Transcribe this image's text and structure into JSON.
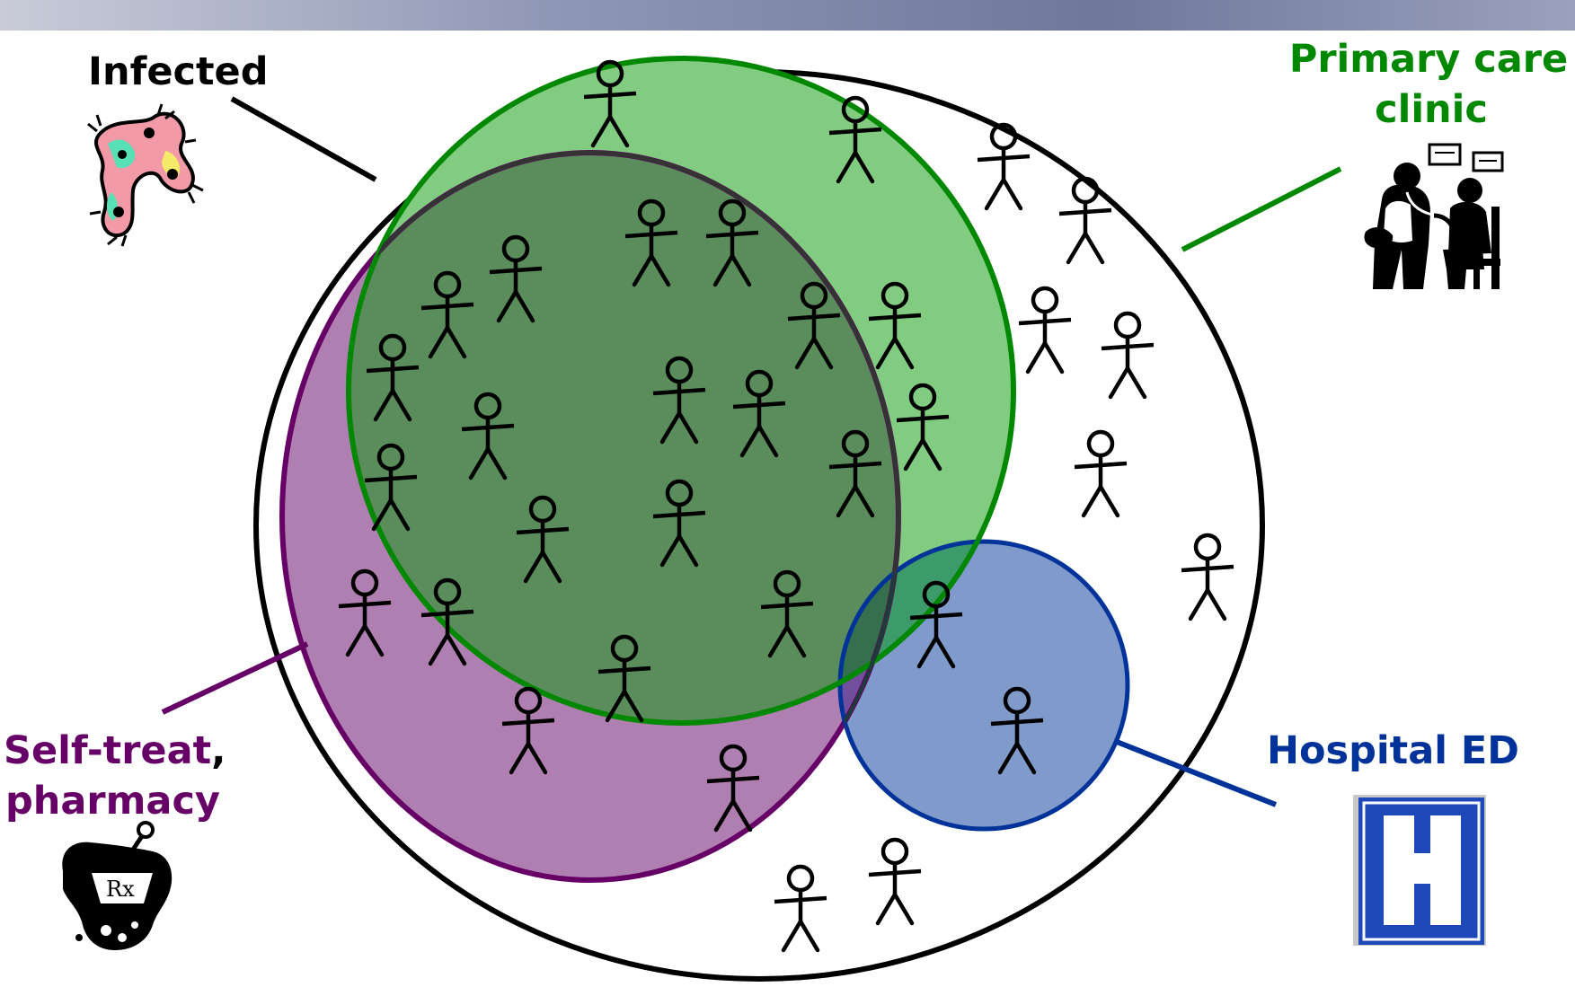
{
  "labels": {
    "infected": "Infected",
    "primary_care_line1": "Primary care",
    "primary_care_line2": "clinic",
    "hospital_ed": "Hospital ED",
    "self_treat_line1": "Self-treat",
    "self_treat_comma": ",",
    "self_treat_line2": "pharmacy",
    "rx_symbol": "Rx"
  },
  "colors": {
    "infected_outline": "#000000",
    "self_treat": "#660066",
    "self_treat_fill": "#b07fb2",
    "primary_care": "#008800",
    "primary_care_fill": "#82cc82",
    "overlap_fill": "#5b8c5b",
    "hospital_ed": "#003399",
    "hospital_ed_fill": "#7f9acb",
    "hospital_sign_blue": "#1f48b8"
  },
  "icons": {
    "infected": "germ-icon",
    "primary_care": "doctor-patient-icon",
    "hospital_ed": "hospital-h-sign-icon",
    "self_treat": "mortar-pestle-rx-icon"
  }
}
